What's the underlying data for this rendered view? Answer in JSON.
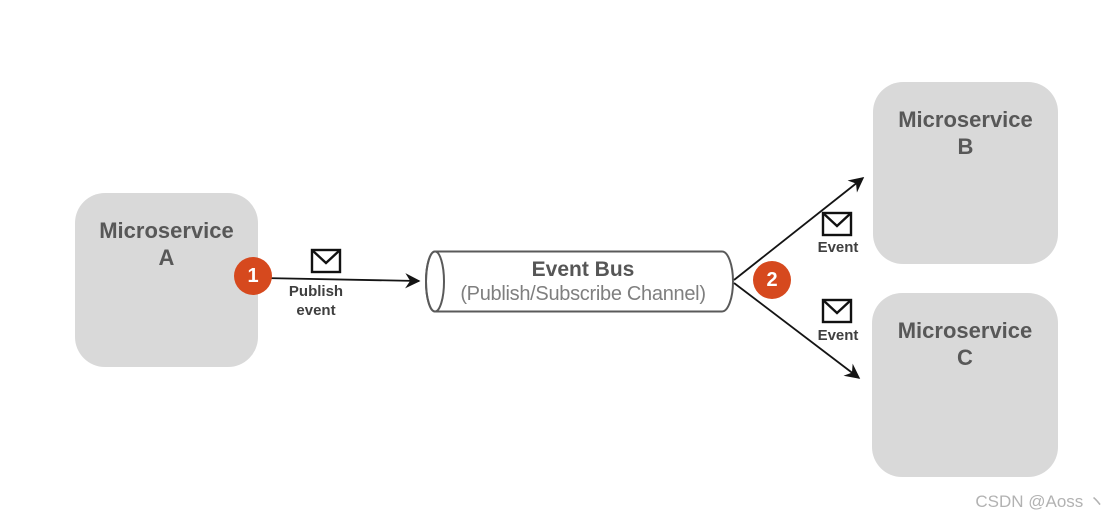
{
  "diagram": {
    "title_hint": "Event bus publish/subscribe pattern",
    "nodes": {
      "service_a": {
        "name_line1": "Microservice",
        "name_line2": "A"
      },
      "service_b": {
        "name_line1": "Microservice",
        "name_line2": "B"
      },
      "service_c": {
        "name_line1": "Microservice",
        "name_line2": "C"
      }
    },
    "event_bus": {
      "title": "Event Bus",
      "subtitle": "(Publish/Subscribe Channel)"
    },
    "badges": {
      "step1": "1",
      "step2": "2"
    },
    "labels": {
      "publish_line1": "Publish",
      "publish_line2": "event",
      "event_to_b": "Event",
      "event_to_c": "Event"
    },
    "icons": {
      "publish_icon": "envelope-icon",
      "event_b_icon": "envelope-icon",
      "event_c_icon": "envelope-icon"
    },
    "colors": {
      "badge_orange": "#d6491e",
      "node_fill": "#d9d9d9",
      "node_text": "#585858",
      "bus_title_text": "#565656",
      "bus_subtitle_text": "#7f7f7f",
      "arrow_black": "#141414",
      "cylinder_stroke": "#5a5a5a"
    },
    "watermark": "CSDN @Aoss ヽ"
  }
}
